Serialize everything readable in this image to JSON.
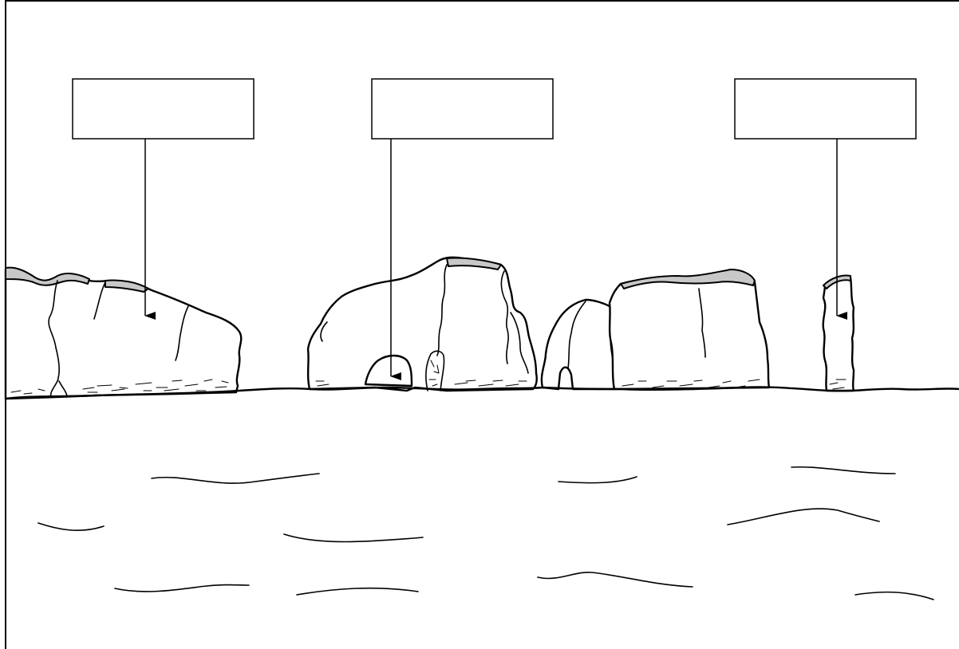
{
  "figure": {
    "labels": [
      {
        "id": "arch",
        "text": ""
      },
      {
        "id": "cave",
        "text": ""
      },
      {
        "id": "stack",
        "text": ""
      }
    ]
  },
  "colors": {
    "line": "#000000",
    "cap_fill": "#c8c8c8",
    "background": "#ffffff"
  }
}
